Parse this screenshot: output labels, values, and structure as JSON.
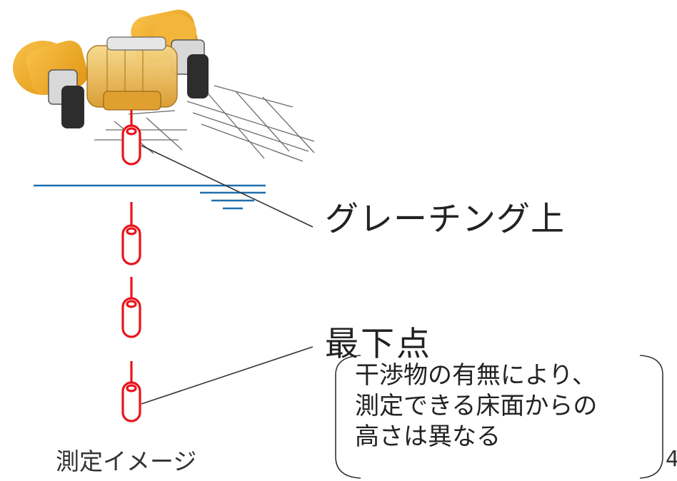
{
  "labels": {
    "grating_top": "グレーチング上",
    "lowest_point": "最下点",
    "caption": "測定イメージ",
    "page_number": "4"
  },
  "note": {
    "lines": [
      "干渉物の有無により、",
      "測定できる床面からの",
      "高さは異なる"
    ]
  },
  "colors": {
    "sensor_red": "#e8141b",
    "water_line": "#1f6fae",
    "robot_orange": "#f2a71b",
    "leader_line": "#333333"
  }
}
